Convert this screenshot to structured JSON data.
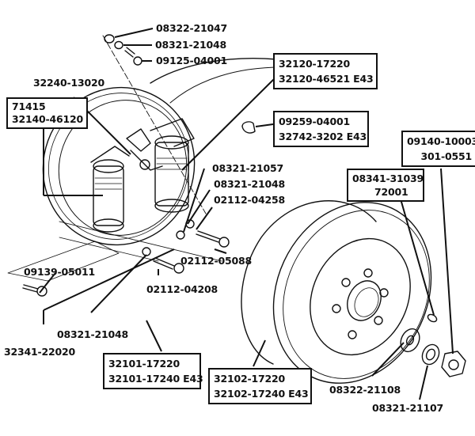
{
  "diagram": {
    "title": "Flywheel magneto / stator exploded view",
    "labels": {
      "washer_top": "08322-21047",
      "lockwasher_top": "08321-21048",
      "screw_top": "09125-04001",
      "contact_breaker": "32240-13020",
      "lighting_coil": [
        "71415",
        "32140-46120"
      ],
      "ignition_coil": [
        "32120-17220",
        "32120-46521 E43"
      ],
      "wire_clamp": [
        "09259-04001",
        "32742-3202 E43"
      ],
      "nut": [
        "09140-10003",
        "301-0551"
      ],
      "key": [
        "08341-31039",
        "72001"
      ],
      "washer_a": "08321-21057",
      "lockwasher_a": "08321-21048",
      "screw_a": "02112-04258",
      "screw_b": "02112-05088",
      "screw_c": "02112-04208",
      "screw_base": "09139-05011",
      "lockwasher_b": "08321-21048",
      "cam_wick": "32341-22020",
      "stator_plate": [
        "32101-17220",
        "32101-17240 E43"
      ],
      "flywheel_rotor": [
        "32102-17220",
        "32102-17240 E43"
      ],
      "plain_washer": "08322-21108",
      "spring_washer": "08321-21107"
    }
  }
}
